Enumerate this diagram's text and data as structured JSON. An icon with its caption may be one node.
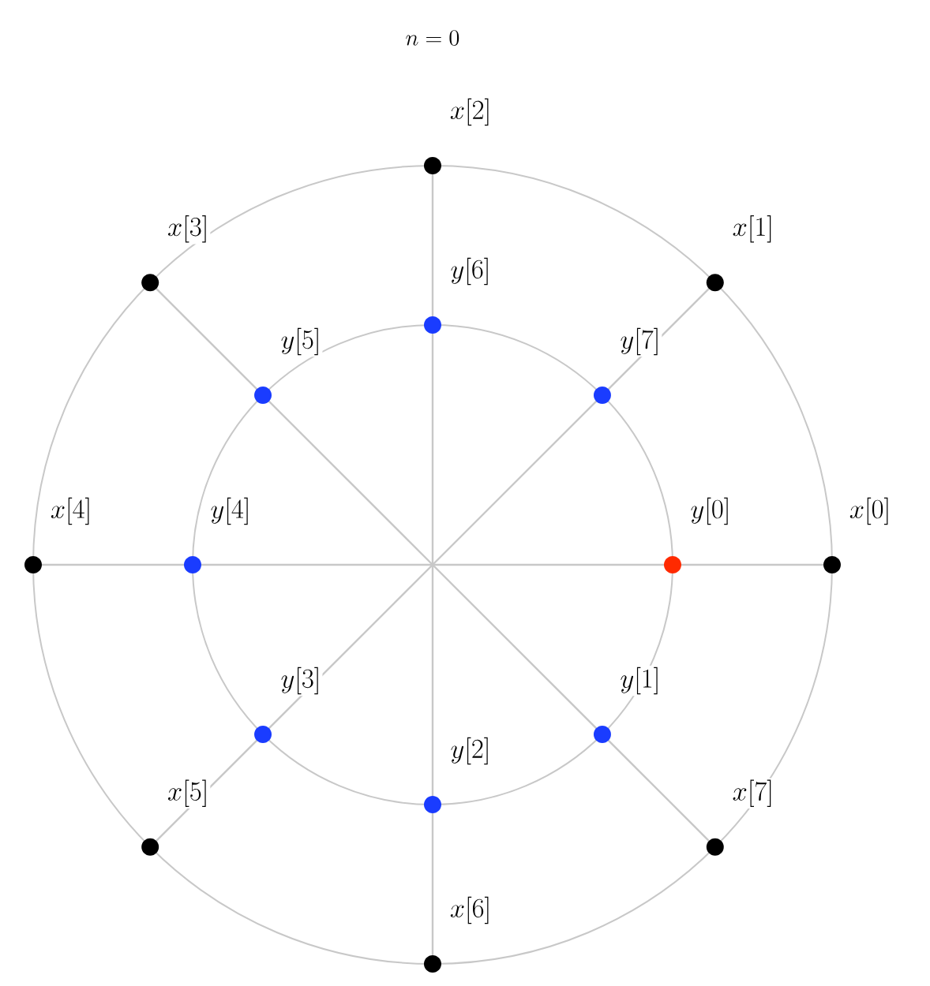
{
  "diagram": {
    "title": "n = 0",
    "nodes": [
      {
        "text": [],
        "shape": "circle",
        "beside": [
          "x[0]"
        ]
      },
      {
        "text": [],
        "shape": "circle",
        "beside": [
          "x[1]"
        ]
      },
      {
        "text": [],
        "shape": "circle",
        "beside": [
          "x[2]"
        ]
      },
      {
        "text": [],
        "shape": "circle",
        "beside": [
          "x[3]"
        ]
      },
      {
        "text": [],
        "shape": "circle",
        "beside": [
          "x[4]"
        ]
      },
      {
        "text": [],
        "shape": "circle",
        "beside": [
          "x[5]"
        ]
      },
      {
        "text": [],
        "shape": "circle",
        "beside": [
          "x[6]"
        ]
      },
      {
        "text": [],
        "shape": "circle",
        "beside": [
          "x[7]"
        ]
      },
      {
        "text": [],
        "shape": "circle",
        "beside": [
          "y[0]"
        ]
      },
      {
        "text": [],
        "shape": "circle",
        "beside": [
          "y[1]"
        ]
      },
      {
        "text": [],
        "shape": "circle",
        "beside": [
          "y[2]"
        ]
      },
      {
        "text": [],
        "shape": "circle",
        "beside": [
          "y[3]"
        ]
      },
      {
        "text": [],
        "shape": "circle",
        "beside": [
          "y[4]"
        ]
      },
      {
        "text": [],
        "shape": "circle",
        "beside": [
          "y[5]"
        ]
      },
      {
        "text": [],
        "shape": "circle",
        "beside": [
          "y[6]"
        ]
      },
      {
        "text": [],
        "shape": "circle",
        "beside": [
          "y[7]"
        ]
      }
    ]
  }
}
